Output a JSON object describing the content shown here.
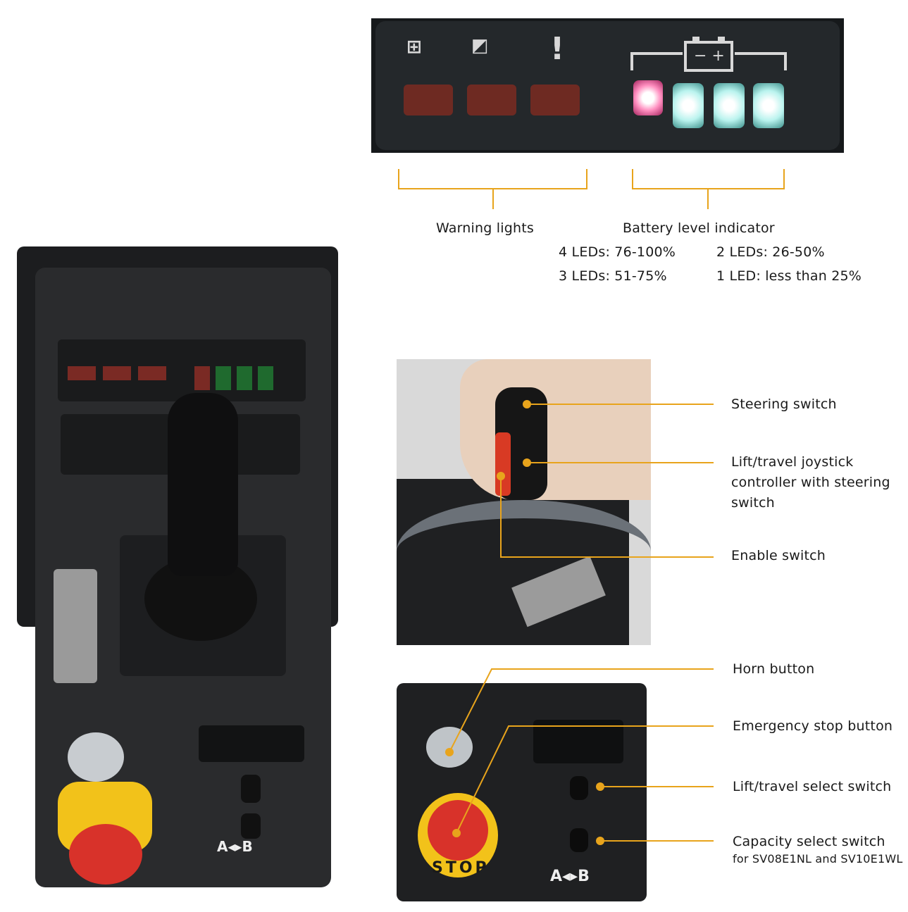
{
  "panel": {
    "warning_icons": [
      "platform-lowering-icon",
      "tilt-icon",
      "exclamation-icon"
    ],
    "exclamation": "!",
    "battery_icon": "battery-icon",
    "battery_leds_lit": 4
  },
  "labels": {
    "warning_lights": "Warning lights",
    "battery_level": "Battery level indicator",
    "led4": "4 LEDs: 76-100%",
    "led2": "2 LEDs: 26-50%",
    "led3": "3 LEDs: 51-75%",
    "led1": "1 LED: less than 25%"
  },
  "callouts": {
    "steering": "Steering switch",
    "joystick_1": "Lift/travel joystick",
    "joystick_2": "controller with steering",
    "joystick_3": "switch",
    "enable": "Enable switch",
    "horn": "Horn button",
    "estop": "Emergency stop button",
    "lift_travel": "Lift/travel select switch",
    "capacity_1": "Capacity select switch",
    "capacity_2": "for SV08E1NL and SV10E1WL"
  },
  "photo_text": {
    "stop": "STOP",
    "ab": "A◂▸B"
  },
  "colors": {
    "accent": "#e8a41c",
    "panel": "#24282b",
    "warn_led": "#6e2a22",
    "battery_led": "#b9f3ee",
    "estop": "#d8322a",
    "estop_ring": "#f2c21a"
  }
}
